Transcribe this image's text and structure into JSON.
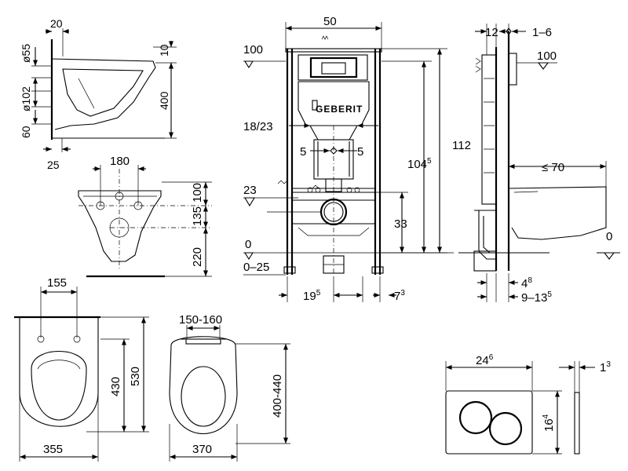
{
  "brand": "GEBERIT",
  "side_view": {
    "d1": "20",
    "d2": "ø55",
    "d3": "10",
    "d4": "ø102",
    "d5": "400",
    "d6": "60",
    "d7": "25"
  },
  "front_bowl": {
    "d1": "180",
    "d2": "100",
    "d3": "135",
    "d4": "220"
  },
  "top_bowl": {
    "d1": "155",
    "d2": "430",
    "d3": "530",
    "d4": "355"
  },
  "seat": {
    "d1": "150-160",
    "d2": "400-440",
    "d3": "370"
  },
  "frame_front": {
    "d1": "50",
    "d2": "100",
    "d3": "18/23",
    "d4": "5",
    "d5": "5",
    "d6": "112",
    "d7_base": "104",
    "d7_sup": "5",
    "d8": "23",
    "d9": "33",
    "d10": "0",
    "d11": "0–25",
    "d12_base": "19",
    "d12_sup": "5",
    "d13_base": "7",
    "d13_sup": "3"
  },
  "frame_side": {
    "d1": "12",
    "d2": "1–6",
    "d3": "100",
    "d4": "≤ 70",
    "d5": "0",
    "d6_base": "4",
    "d6_sup": "8",
    "d7_base": "9–13",
    "d7_sup": "5"
  },
  "flush_plate": {
    "d1_base": "24",
    "d1_sup": "6",
    "d2_base": "1",
    "d2_sup": "3",
    "d3_base": "16",
    "d3_sup": "4"
  }
}
